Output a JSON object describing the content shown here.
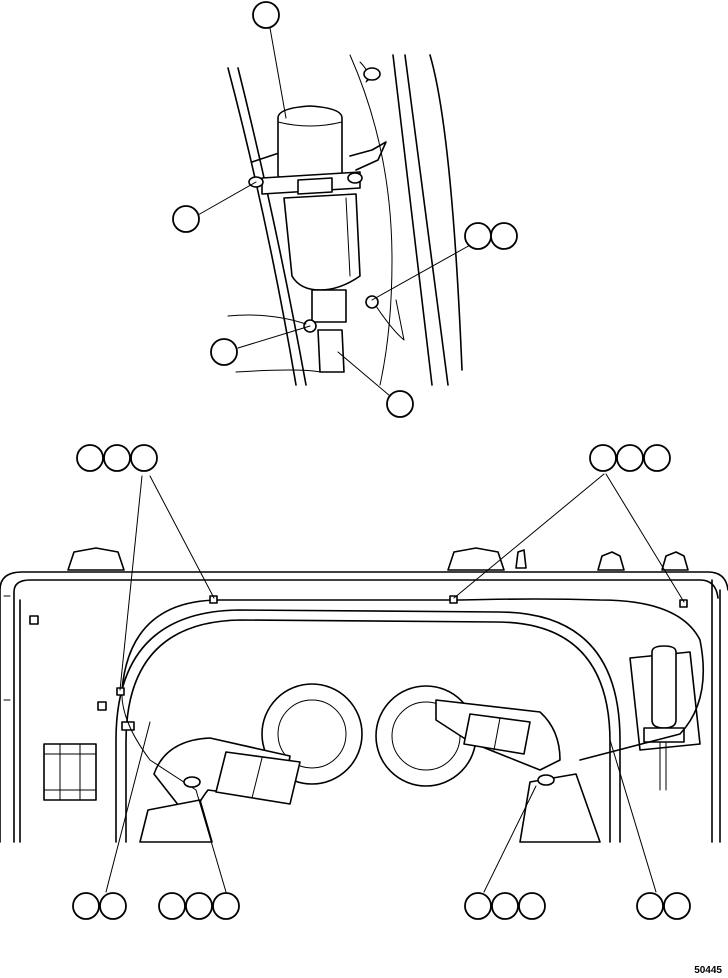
{
  "figure_number": "50445",
  "balloon_groups": [
    {
      "id": "sensor-top",
      "count": 1
    },
    {
      "id": "bracket-left",
      "count": 1
    },
    {
      "id": "clip-right",
      "count": 2
    },
    {
      "id": "harness-left",
      "count": 1
    },
    {
      "id": "sensor-bottom",
      "count": 1
    },
    {
      "id": "routing-left",
      "count": 3
    },
    {
      "id": "routing-right",
      "count": 3
    },
    {
      "id": "clamp-bottom-left-a",
      "count": 2
    },
    {
      "id": "clamp-bottom-left-b",
      "count": 3
    },
    {
      "id": "clamp-bottom-right-a",
      "count": 3
    },
    {
      "id": "clamp-bottom-right-b",
      "count": 2
    }
  ],
  "colors": {
    "line": "#000000",
    "background": "#ffffff"
  }
}
